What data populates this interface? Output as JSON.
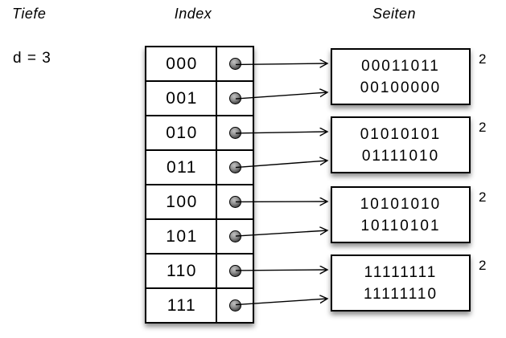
{
  "diagram": {
    "depth_label": "Tiefe",
    "depth_value": "d = 3",
    "index_label": "Index",
    "pages_label": "Seiten"
  },
  "index": {
    "rows": [
      {
        "label": "000",
        "page": 0
      },
      {
        "label": "001",
        "page": 0
      },
      {
        "label": "010",
        "page": 1
      },
      {
        "label": "011",
        "page": 1
      },
      {
        "label": "100",
        "page": 2
      },
      {
        "label": "101",
        "page": 2
      },
      {
        "label": "110",
        "page": 3
      },
      {
        "label": "111",
        "page": 3
      }
    ]
  },
  "pages": {
    "items": [
      {
        "lines": [
          "00011011",
          "00100000"
        ],
        "local_depth": "2"
      },
      {
        "lines": [
          "01010101",
          "01111010"
        ],
        "local_depth": "2"
      },
      {
        "lines": [
          "10101010",
          "10110101"
        ],
        "local_depth": "2"
      },
      {
        "lines": [
          "11111111",
          "11111110"
        ],
        "local_depth": "2"
      }
    ]
  },
  "colors": {
    "background": "#ffffff",
    "line": "#000000",
    "text": "#000000"
  }
}
